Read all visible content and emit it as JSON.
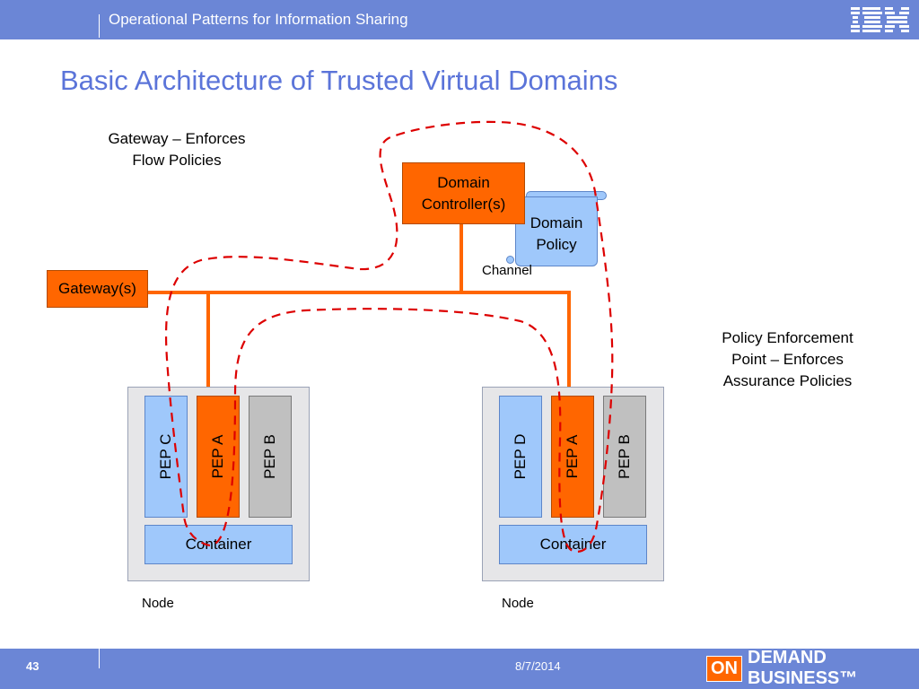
{
  "header": {
    "title": "Operational Patterns for Information Sharing",
    "logo": "IBM"
  },
  "slide": {
    "title": "Basic Architecture of Trusted Virtual Domains"
  },
  "diagram": {
    "gateway_note": "Gateway – Enforces\nFlow Policies",
    "pep_note": "Policy Enforcement\nPoint – Enforces\nAssurance Policies",
    "domain_controller": "Domain\nController(s)",
    "domain_policy": "Domain\nPolicy",
    "channel": "Channel",
    "gateway": "Gateway(s)",
    "nodes": [
      {
        "label": "Node",
        "peps": [
          "PEP C",
          "PEP A",
          "PEP B"
        ],
        "container": "Container"
      },
      {
        "label": "Node",
        "peps": [
          "PEP D",
          "PEP A",
          "PEP B"
        ],
        "container": "Container"
      }
    ],
    "colors": {
      "orange": "#ff6600",
      "blue": "#9fc8fb",
      "gray": "#c0c0c0",
      "dashed": "#dd0000"
    }
  },
  "footer": {
    "page": "43",
    "date": "8/7/2014",
    "brand_on": "ON",
    "brand_rest": "DEMAND BUSINESS™"
  }
}
